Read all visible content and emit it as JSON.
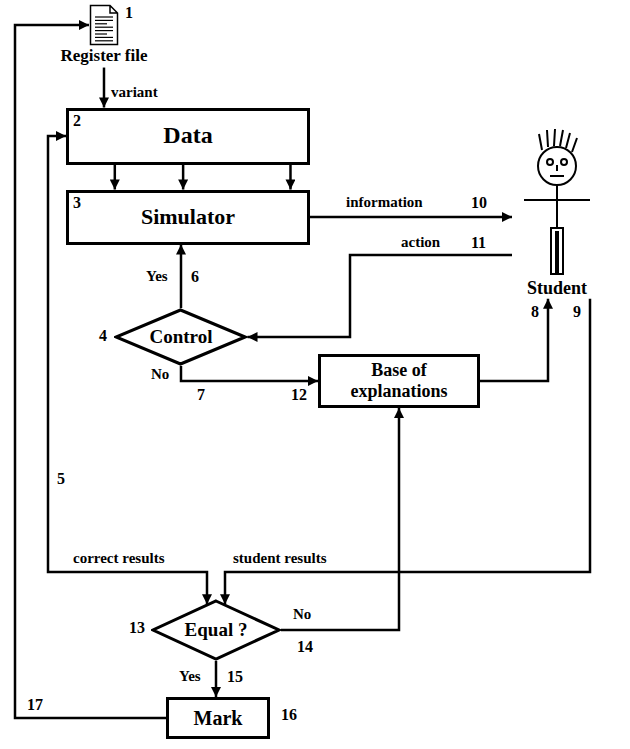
{
  "diagram": {
    "nodes": [
      {
        "text": [
          "Register file"
        ]
      },
      {
        "text": [
          "Data"
        ]
      },
      {
        "text": [
          "Simulator"
        ]
      },
      {
        "text": [
          "Control"
        ]
      },
      {
        "text": [
          "Student"
        ]
      },
      {
        "text": [
          "Base of explanations"
        ]
      },
      {
        "text": [
          "Equal ?"
        ]
      },
      {
        "text": [
          "Mark"
        ]
      }
    ],
    "edges": [
      {
        "from": 0,
        "to": 1,
        "arrow": "to",
        "label": "variant"
      },
      {
        "from": 1,
        "to": 2,
        "arrow": "to"
      },
      {
        "from": 1,
        "to": 2,
        "arrow": "to"
      },
      {
        "from": 1,
        "to": 2,
        "arrow": "to"
      },
      {
        "from": 2,
        "to": 4,
        "arrow": "to",
        "label": "information"
      },
      {
        "from": 4,
        "to": 3,
        "arrow": "to",
        "label": "action"
      },
      {
        "from": 3,
        "to": 2,
        "arrow": "to",
        "label": "Yes"
      },
      {
        "from": 3,
        "to": 5,
        "arrow": "to",
        "label": "No"
      },
      {
        "from": 5,
        "to": 4,
        "arrow": "to"
      },
      {
        "from": 1,
        "to": 6,
        "arrow": "both",
        "label": "correct results"
      },
      {
        "from": 4,
        "to": 6,
        "arrow": "to",
        "label": "student results"
      },
      {
        "from": 6,
        "to": 5,
        "arrow": "to",
        "label": "No"
      },
      {
        "from": 6,
        "to": 7,
        "arrow": "to",
        "label": "Yes"
      },
      {
        "from": 7,
        "to": 0,
        "arrow": "to"
      }
    ],
    "labels": [
      "1",
      "2",
      "3",
      "4",
      "5",
      "6",
      "7",
      "8",
      "9",
      "10",
      "11",
      "12",
      "13",
      "14",
      "15",
      "16",
      "17"
    ]
  }
}
